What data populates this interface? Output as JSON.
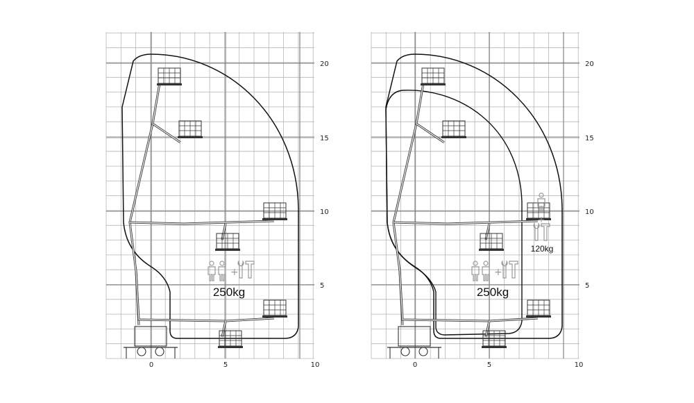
{
  "diagrams": [
    {
      "id": "left",
      "x_ticks": [
        "0",
        "5",
        "10"
      ],
      "y_ticks": [
        "5",
        "10",
        "15",
        "20"
      ],
      "load_label": "250kg"
    },
    {
      "id": "right",
      "x_ticks": [
        "0",
        "5",
        "10"
      ],
      "y_ticks": [
        "5",
        "10",
        "15",
        "20"
      ],
      "load_label": "250kg",
      "reduced_load_label": "120kg"
    }
  ],
  "colors": {
    "grid": "#b5b5b5",
    "envelope": "#111111",
    "machine": "#333333",
    "icon": "#9a9a9a"
  }
}
